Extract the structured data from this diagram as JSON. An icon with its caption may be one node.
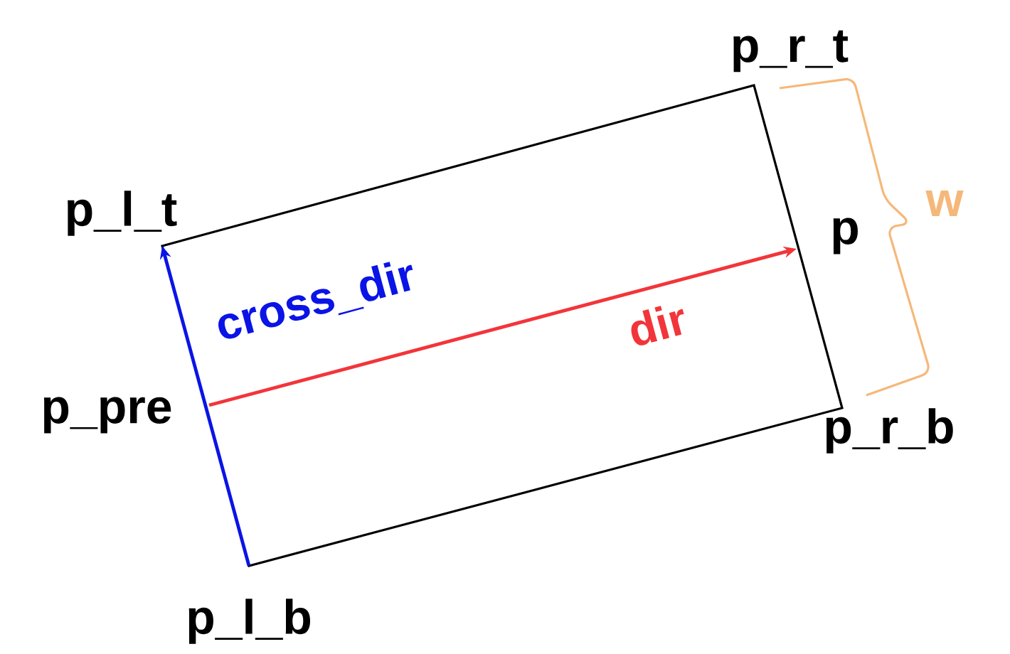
{
  "diagram": {
    "nodes": [
      {
        "text": [
          "p_l_t"
        ]
      },
      {
        "text": [
          "p_r_t"
        ]
      },
      {
        "text": [
          "p"
        ]
      },
      {
        "text": [
          "p_pre"
        ]
      },
      {
        "text": [
          "p_r_b"
        ]
      },
      {
        "text": [
          "p_l_b"
        ]
      }
    ],
    "edges": [
      {
        "from": 5,
        "to": 0,
        "arrow": "to",
        "label": "cross_dir",
        "color": "#0a14e6"
      },
      {
        "from": 3,
        "to": 2,
        "arrow": "to",
        "label": "dir",
        "color": "#f2353a"
      }
    ],
    "labels": [
      "w"
    ]
  }
}
